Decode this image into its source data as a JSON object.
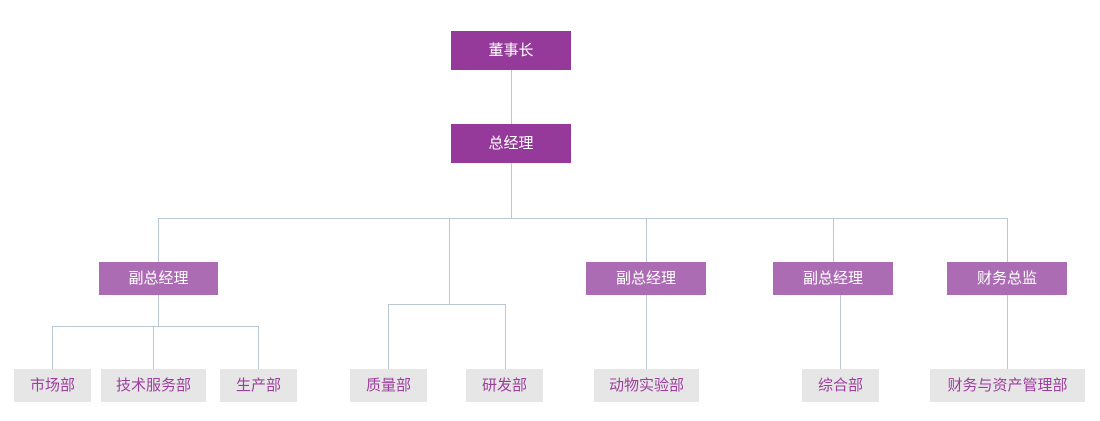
{
  "chart_data": {
    "type": "diagram",
    "diagram_type": "organization-chart",
    "title": "",
    "orientation": "top-down",
    "colors": {
      "level1_fill": "#95399a",
      "level1_text": "#ffffff",
      "level2_fill": "#95399a",
      "level2_text": "#ffffff",
      "level3_fill": "#ac6cb4",
      "level3_text": "#ffffff",
      "leaf_fill": "#e6e6e6",
      "leaf_text": "#9c3f9c",
      "connector": "#b9c8d2",
      "background": "#ffffff"
    },
    "nodes": [
      {
        "id": "n1",
        "label": "董事长",
        "level": 1,
        "parent": null
      },
      {
        "id": "n2",
        "label": "总经理",
        "level": 2,
        "parent": "n1"
      },
      {
        "id": "n3",
        "label": "副总经理",
        "level": 3,
        "parent": "n2"
      },
      {
        "id": "n4",
        "label": "副总经理",
        "level": 3,
        "parent": "n2"
      },
      {
        "id": "n5",
        "label": "副总经理",
        "level": 3,
        "parent": "n2"
      },
      {
        "id": "n6",
        "label": "财务总监",
        "level": 3,
        "parent": "n2"
      },
      {
        "id": "n7",
        "label": "市场部",
        "level": 4,
        "parent": "n3"
      },
      {
        "id": "n8",
        "label": "技术服务部",
        "level": 4,
        "parent": "n3"
      },
      {
        "id": "n9",
        "label": "生产部",
        "level": 4,
        "parent": "n3"
      },
      {
        "id": "n10",
        "label": "质量部",
        "level": 4,
        "parent": "n2"
      },
      {
        "id": "n11",
        "label": "研发部",
        "level": 4,
        "parent": "n2"
      },
      {
        "id": "n12",
        "label": "动物实验部",
        "level": 4,
        "parent": "n4"
      },
      {
        "id": "n13",
        "label": "综合部",
        "level": 4,
        "parent": "n5"
      },
      {
        "id": "n14",
        "label": "财务与资产管理部",
        "level": 4,
        "parent": "n6"
      }
    ]
  },
  "org": {
    "chairman": {
      "label": "董事长"
    },
    "general_manager": {
      "label": "总经理"
    },
    "deputies": [
      {
        "label": "副总经理"
      },
      {
        "label": "副总经理"
      },
      {
        "label": "副总经理"
      },
      {
        "label": "财务总监"
      }
    ],
    "departments": [
      {
        "label": "市场部"
      },
      {
        "label": "技术服务部"
      },
      {
        "label": "生产部"
      },
      {
        "label": "质量部"
      },
      {
        "label": "研发部"
      },
      {
        "label": "动物实验部"
      },
      {
        "label": "综合部"
      },
      {
        "label": "财务与资产管理部"
      }
    ]
  }
}
